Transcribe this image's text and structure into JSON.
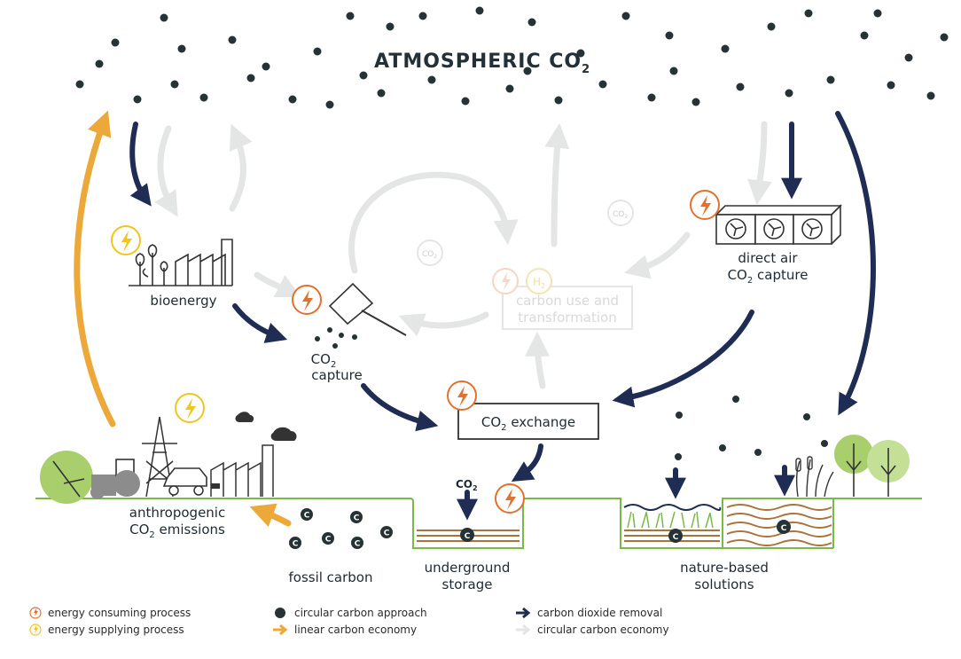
{
  "title": {
    "main": "ATMOSPHERIC CO",
    "sub": "2"
  },
  "labels": {
    "bioenergy": "bioenergy",
    "co2_capture_1": "CO",
    "co2_capture_sub": "2",
    "co2_capture_2": "capture",
    "direct_air_1": "direct air",
    "direct_air_2": "CO",
    "direct_air_sub": "2",
    "direct_air_3": " capture",
    "carbon_use_1": "carbon use and",
    "carbon_use_2": "transformation",
    "h2": "H",
    "h2_sub": "2",
    "co2_exchange": "CO",
    "co2_exchange_sub": "2",
    "co2_exchange_rest": " exchange",
    "co2_small": "CO",
    "co2_small_sub": "2",
    "anthropogenic_1": "anthropogenic",
    "anthropogenic_2": "CO",
    "anthropogenic_sub": "2",
    "anthropogenic_3": " emissions",
    "fossil_carbon": "fossil carbon",
    "underground_1": "underground",
    "underground_2": "storage",
    "nature_1": "nature-based",
    "nature_2": "solutions",
    "carbon_c": "C",
    "co2_bubble": "CO",
    "co2_bubble_sub": "2"
  },
  "legend": [
    {
      "text": "energy consuming process",
      "icon": "lightning-orange-icon"
    },
    {
      "text": "energy supplying process",
      "icon": "lightning-yellow-icon"
    },
    {
      "text": "circular carbon approach",
      "icon": "carbon-dot-icon"
    },
    {
      "text": "linear carbon economy",
      "icon": "orange-arrow-icon"
    },
    {
      "text": "carbon dioxide removal",
      "icon": "navy-arrow-icon"
    },
    {
      "text": "circular carbon economy",
      "icon": "grey-arrow-icon"
    }
  ],
  "colors": {
    "navy": "#1f2d55",
    "orange": "#e2712f",
    "yellow": "#f0c520",
    "linear": "#eda83a",
    "faint": "#e4e6e5",
    "green": "#7ab848",
    "brown": "#a9733b",
    "dot": "#253236"
  }
}
